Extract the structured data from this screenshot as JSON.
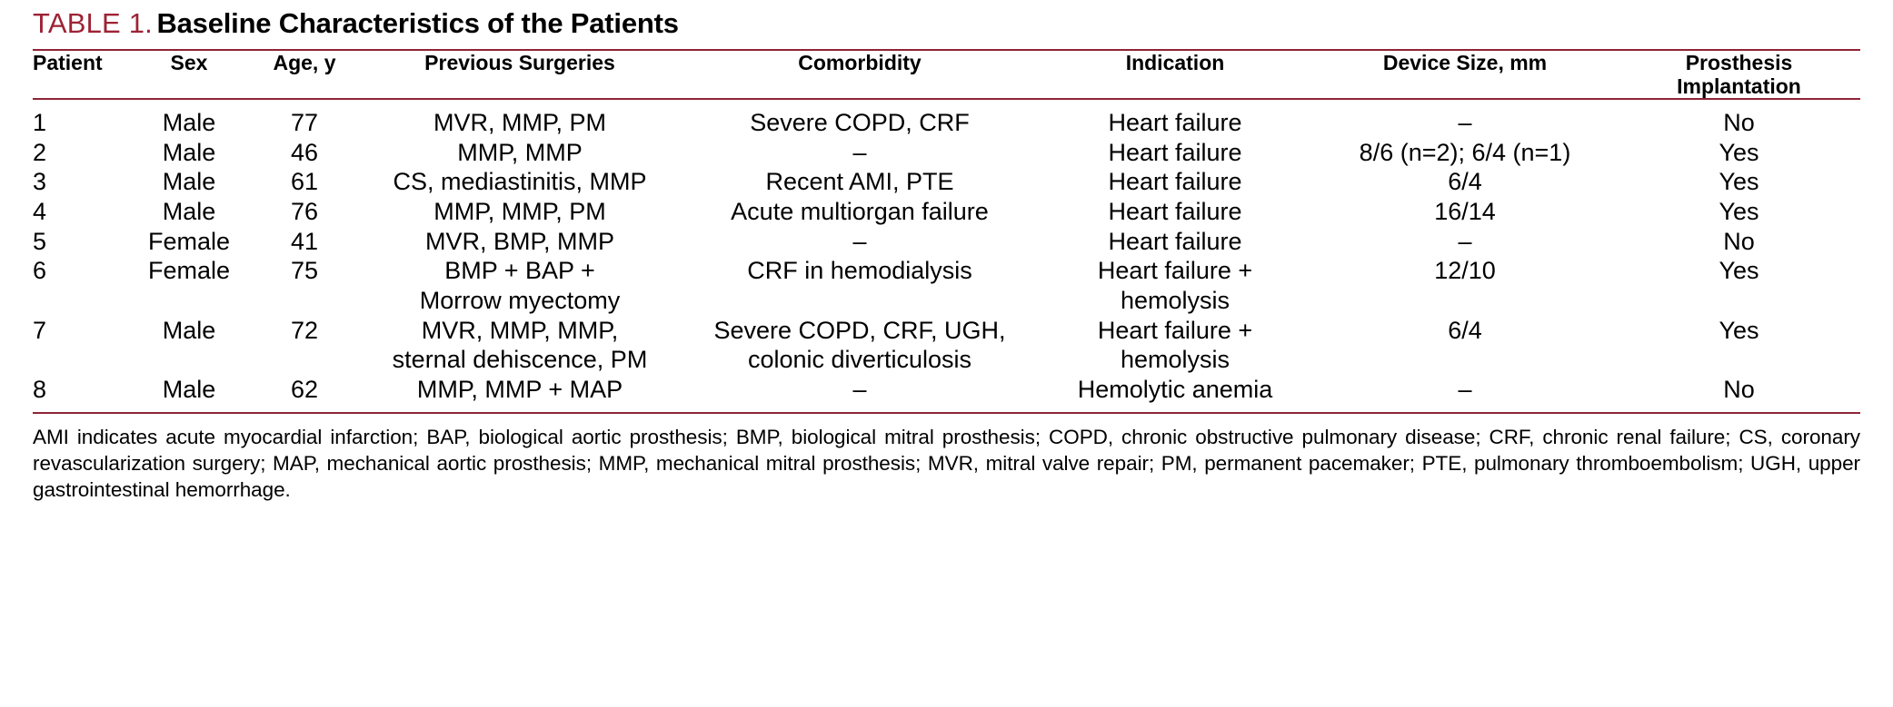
{
  "title": {
    "label": "TABLE 1.",
    "text": "Baseline Characteristics of the Patients",
    "label_color": "#9d2235",
    "rule_color": "#8f2437"
  },
  "table": {
    "headers": [
      "Patient",
      "Sex",
      "Age, y",
      "Previous Surgeries",
      "Comorbidity",
      "Indication",
      "Device Size, mm",
      "Prosthesis\nImplantation"
    ],
    "rows": [
      {
        "patient": "1",
        "sex": "Male",
        "age": "77",
        "previous_surgeries": "MVR, MMP, PM",
        "comorbidity": "Severe COPD, CRF",
        "indication": "Heart failure",
        "device_size": "–",
        "prosthesis_implantation": "No"
      },
      {
        "patient": "2",
        "sex": "Male",
        "age": "46",
        "previous_surgeries": "MMP, MMP",
        "comorbidity": "–",
        "indication": "Heart failure",
        "device_size": "8/6 (n=2); 6/4 (n=1)",
        "prosthesis_implantation": "Yes"
      },
      {
        "patient": "3",
        "sex": "Male",
        "age": "61",
        "previous_surgeries": "CS, mediastinitis, MMP",
        "comorbidity": "Recent AMI, PTE",
        "indication": "Heart failure",
        "device_size": "6/4",
        "prosthesis_implantation": "Yes"
      },
      {
        "patient": "4",
        "sex": "Male",
        "age": "76",
        "previous_surgeries": "MMP, MMP, PM",
        "comorbidity": "Acute multiorgan failure",
        "indication": "Heart failure",
        "device_size": "16/14",
        "prosthesis_implantation": "Yes"
      },
      {
        "patient": "5",
        "sex": "Female",
        "age": "41",
        "previous_surgeries": "MVR, BMP, MMP",
        "comorbidity": "–",
        "indication": "Heart failure",
        "device_size": "–",
        "prosthesis_implantation": "No"
      },
      {
        "patient": "6",
        "sex": "Female",
        "age": "75",
        "previous_surgeries": "BMP + BAP +\nMorrow myectomy",
        "comorbidity": "CRF in hemodialysis",
        "indication": "Heart failure +\nhemolysis",
        "device_size": "12/10",
        "prosthesis_implantation": "Yes"
      },
      {
        "patient": "7",
        "sex": "Male",
        "age": "72",
        "previous_surgeries": "MVR, MMP, MMP,\nsternal dehiscence, PM",
        "comorbidity": "Severe COPD, CRF, UGH,\ncolonic diverticulosis",
        "indication": "Heart failure +\nhemolysis",
        "device_size": "6/4",
        "prosthesis_implantation": "Yes"
      },
      {
        "patient": "8",
        "sex": "Male",
        "age": "62",
        "previous_surgeries": "MMP, MMP + MAP",
        "comorbidity": "–",
        "indication": "Hemolytic anemia",
        "device_size": "–",
        "prosthesis_implantation": "No"
      }
    ]
  },
  "footnote": {
    "text": "AMI indicates acute myocardial infarction; BAP, biological aortic prosthesis; BMP, biological mitral prosthesis; COPD, chronic obstructive pulmonary disease; CRF, chronic renal failure; CS, coronary revascularization surgery; MAP, mechanical aortic prosthesis; MMP, mechanical mitral prosthesis; MVR, mitral valve repair; PM, permanent pacemaker; PTE, pulmonary thromboembolism; UGH, upper gastrointestinal hemorrhage."
  }
}
